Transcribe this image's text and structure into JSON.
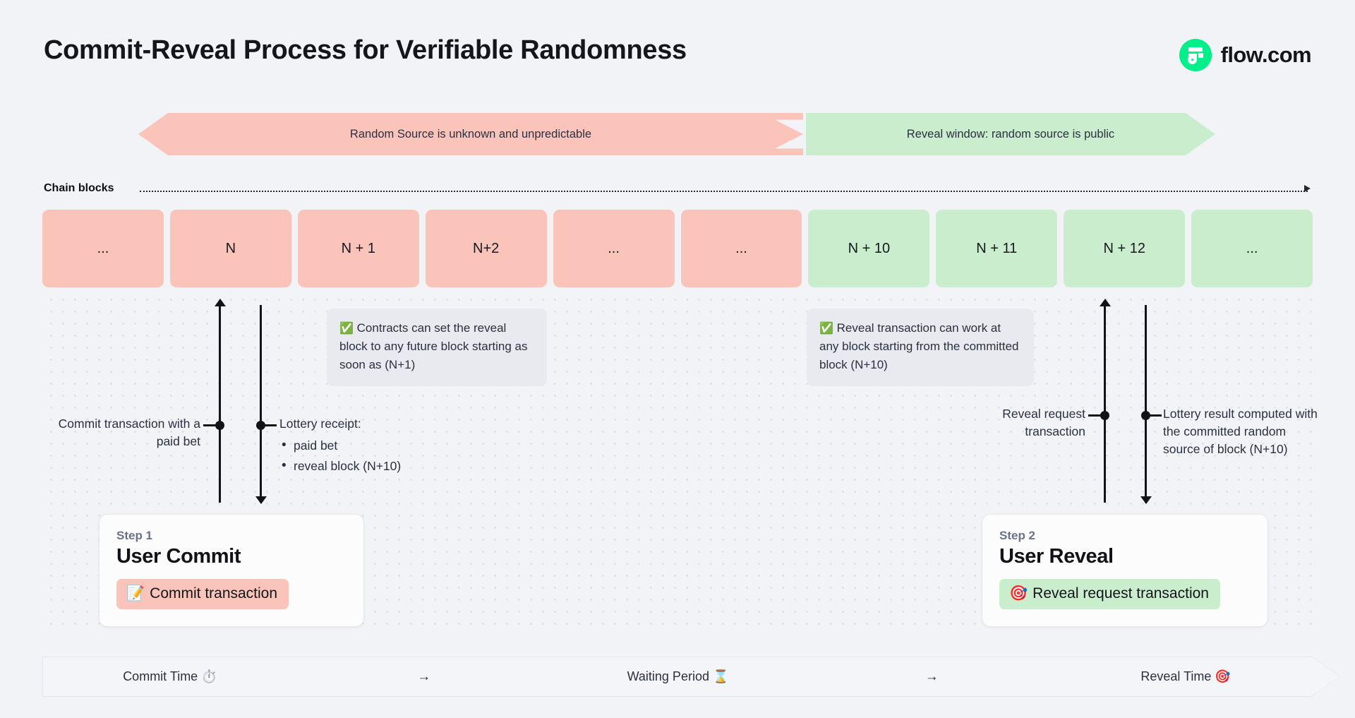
{
  "header": {
    "title": "Commit-Reveal Process for Verifiable Randomness",
    "brand_name": "flow.com",
    "brand_icon": "flow-logo-icon",
    "brand_color": "#00ef8b"
  },
  "phases": {
    "unknown_label": "Random Source is unknown and unpredictable",
    "unknown_color": "#fbc4ba",
    "reveal_label": "Reveal window: random source is public",
    "reveal_color": "#c9edcd"
  },
  "chain": {
    "axis_label": "Chain blocks",
    "blocks": [
      {
        "label": "...",
        "state": "pink"
      },
      {
        "label": "N",
        "state": "pink"
      },
      {
        "label": "N + 1",
        "state": "pink"
      },
      {
        "label": "N+2",
        "state": "pink"
      },
      {
        "label": "...",
        "state": "pink"
      },
      {
        "label": "...",
        "state": "pink"
      },
      {
        "label": "N + 10",
        "state": "green"
      },
      {
        "label": "N + 11",
        "state": "green"
      },
      {
        "label": "N + 12",
        "state": "green"
      },
      {
        "label": "...",
        "state": "green"
      }
    ]
  },
  "callouts": {
    "commit": {
      "icon": "white-check-mark",
      "text": "Contracts can set the reveal block to any future block starting as soon as (N+1)"
    },
    "reveal": {
      "icon": "white-check-mark",
      "text": "Reveal transaction can work at any block starting from the committed block (N+10)"
    }
  },
  "annotations": {
    "commit_tx": "Commit transaction with a paid bet",
    "lottery_receipt_title": "Lottery receipt:",
    "lottery_receipt_items": [
      "paid bet",
      "reveal block (N+10)"
    ],
    "reveal_request": "Reveal request transaction",
    "lottery_result": "Lottery result computed with the committed random source of block (N+10)"
  },
  "steps": [
    {
      "eyebrow": "Step 1",
      "title": "User Commit",
      "chip_label": "Commit transaction",
      "chip_emoji": "📝",
      "chip_icon": "memo-icon",
      "chip_color": "#fbc4ba"
    },
    {
      "eyebrow": "Step 2",
      "title": "User Reveal",
      "chip_label": "Reveal request transaction",
      "chip_emoji": "🎯",
      "chip_icon": "direct-hit-icon",
      "chip_color": "#c9edcd"
    }
  ],
  "timeline": {
    "commit_label": "Commit Time ⏱️",
    "arrow_1": "→",
    "waiting_label": "Waiting Period ⌛",
    "arrow_2": "→",
    "reveal_label": "Reveal Time 🎯"
  }
}
